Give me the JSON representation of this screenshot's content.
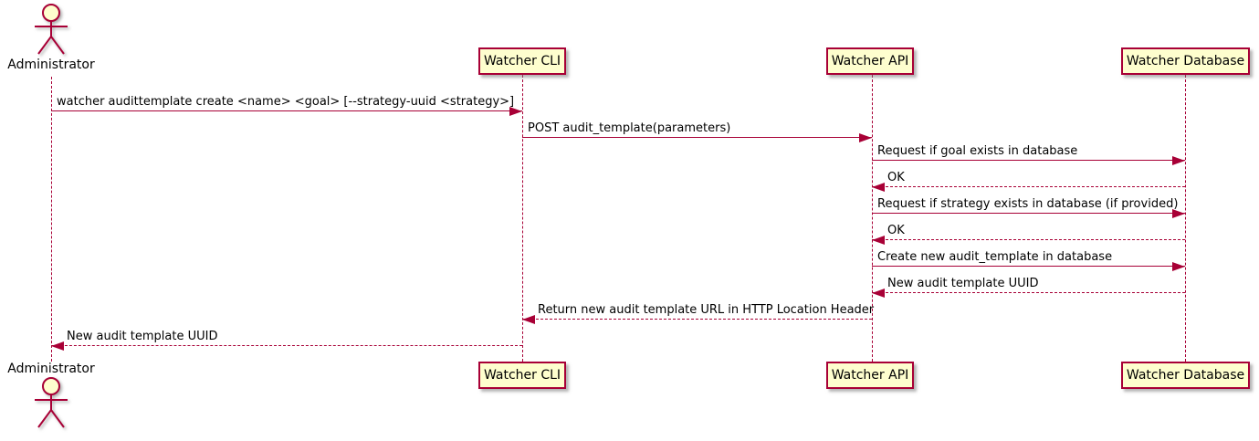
{
  "diagram": {
    "kind": "uml-sequence-diagram"
  },
  "colors": {
    "line": "#A80036",
    "participant_fill": "#FEFECE",
    "text": "#000000",
    "background": "#FFFFFF",
    "shadow": "#787878"
  },
  "participants": [
    {
      "name": "Administrator",
      "type": "actor"
    },
    {
      "name": "Watcher CLI",
      "type": "participant"
    },
    {
      "name": "Watcher API",
      "type": "participant"
    },
    {
      "name": "Watcher Database",
      "type": "participant"
    }
  ],
  "messages": [
    {
      "label": "watcher audittemplate create <name> <goal> [--strategy-uuid <strategy>]",
      "from": "Administrator",
      "to": "Watcher CLI",
      "line": "solid"
    },
    {
      "label": "POST audit_template(parameters)",
      "from": "Watcher CLI",
      "to": "Watcher API",
      "line": "solid"
    },
    {
      "label": "Request if goal exists in database",
      "from": "Watcher API",
      "to": "Watcher Database",
      "line": "solid"
    },
    {
      "label": "OK",
      "from": "Watcher Database",
      "to": "Watcher API",
      "line": "dashed"
    },
    {
      "label": "Request if strategy exists in database (if provided)",
      "from": "Watcher API",
      "to": "Watcher Database",
      "line": "solid"
    },
    {
      "label": "OK",
      "from": "Watcher Database",
      "to": "Watcher API",
      "line": "dashed"
    },
    {
      "label": "Create new audit_template in database",
      "from": "Watcher API",
      "to": "Watcher Database",
      "line": "solid"
    },
    {
      "label": "New audit template UUID",
      "from": "Watcher Database",
      "to": "Watcher API",
      "line": "dashed"
    },
    {
      "label": "Return new audit template URL in HTTP Location Header",
      "from": "Watcher API",
      "to": "Watcher CLI",
      "line": "dashed"
    },
    {
      "label": "New audit template UUID",
      "from": "Watcher CLI",
      "to": "Administrator",
      "line": "dashed"
    }
  ]
}
